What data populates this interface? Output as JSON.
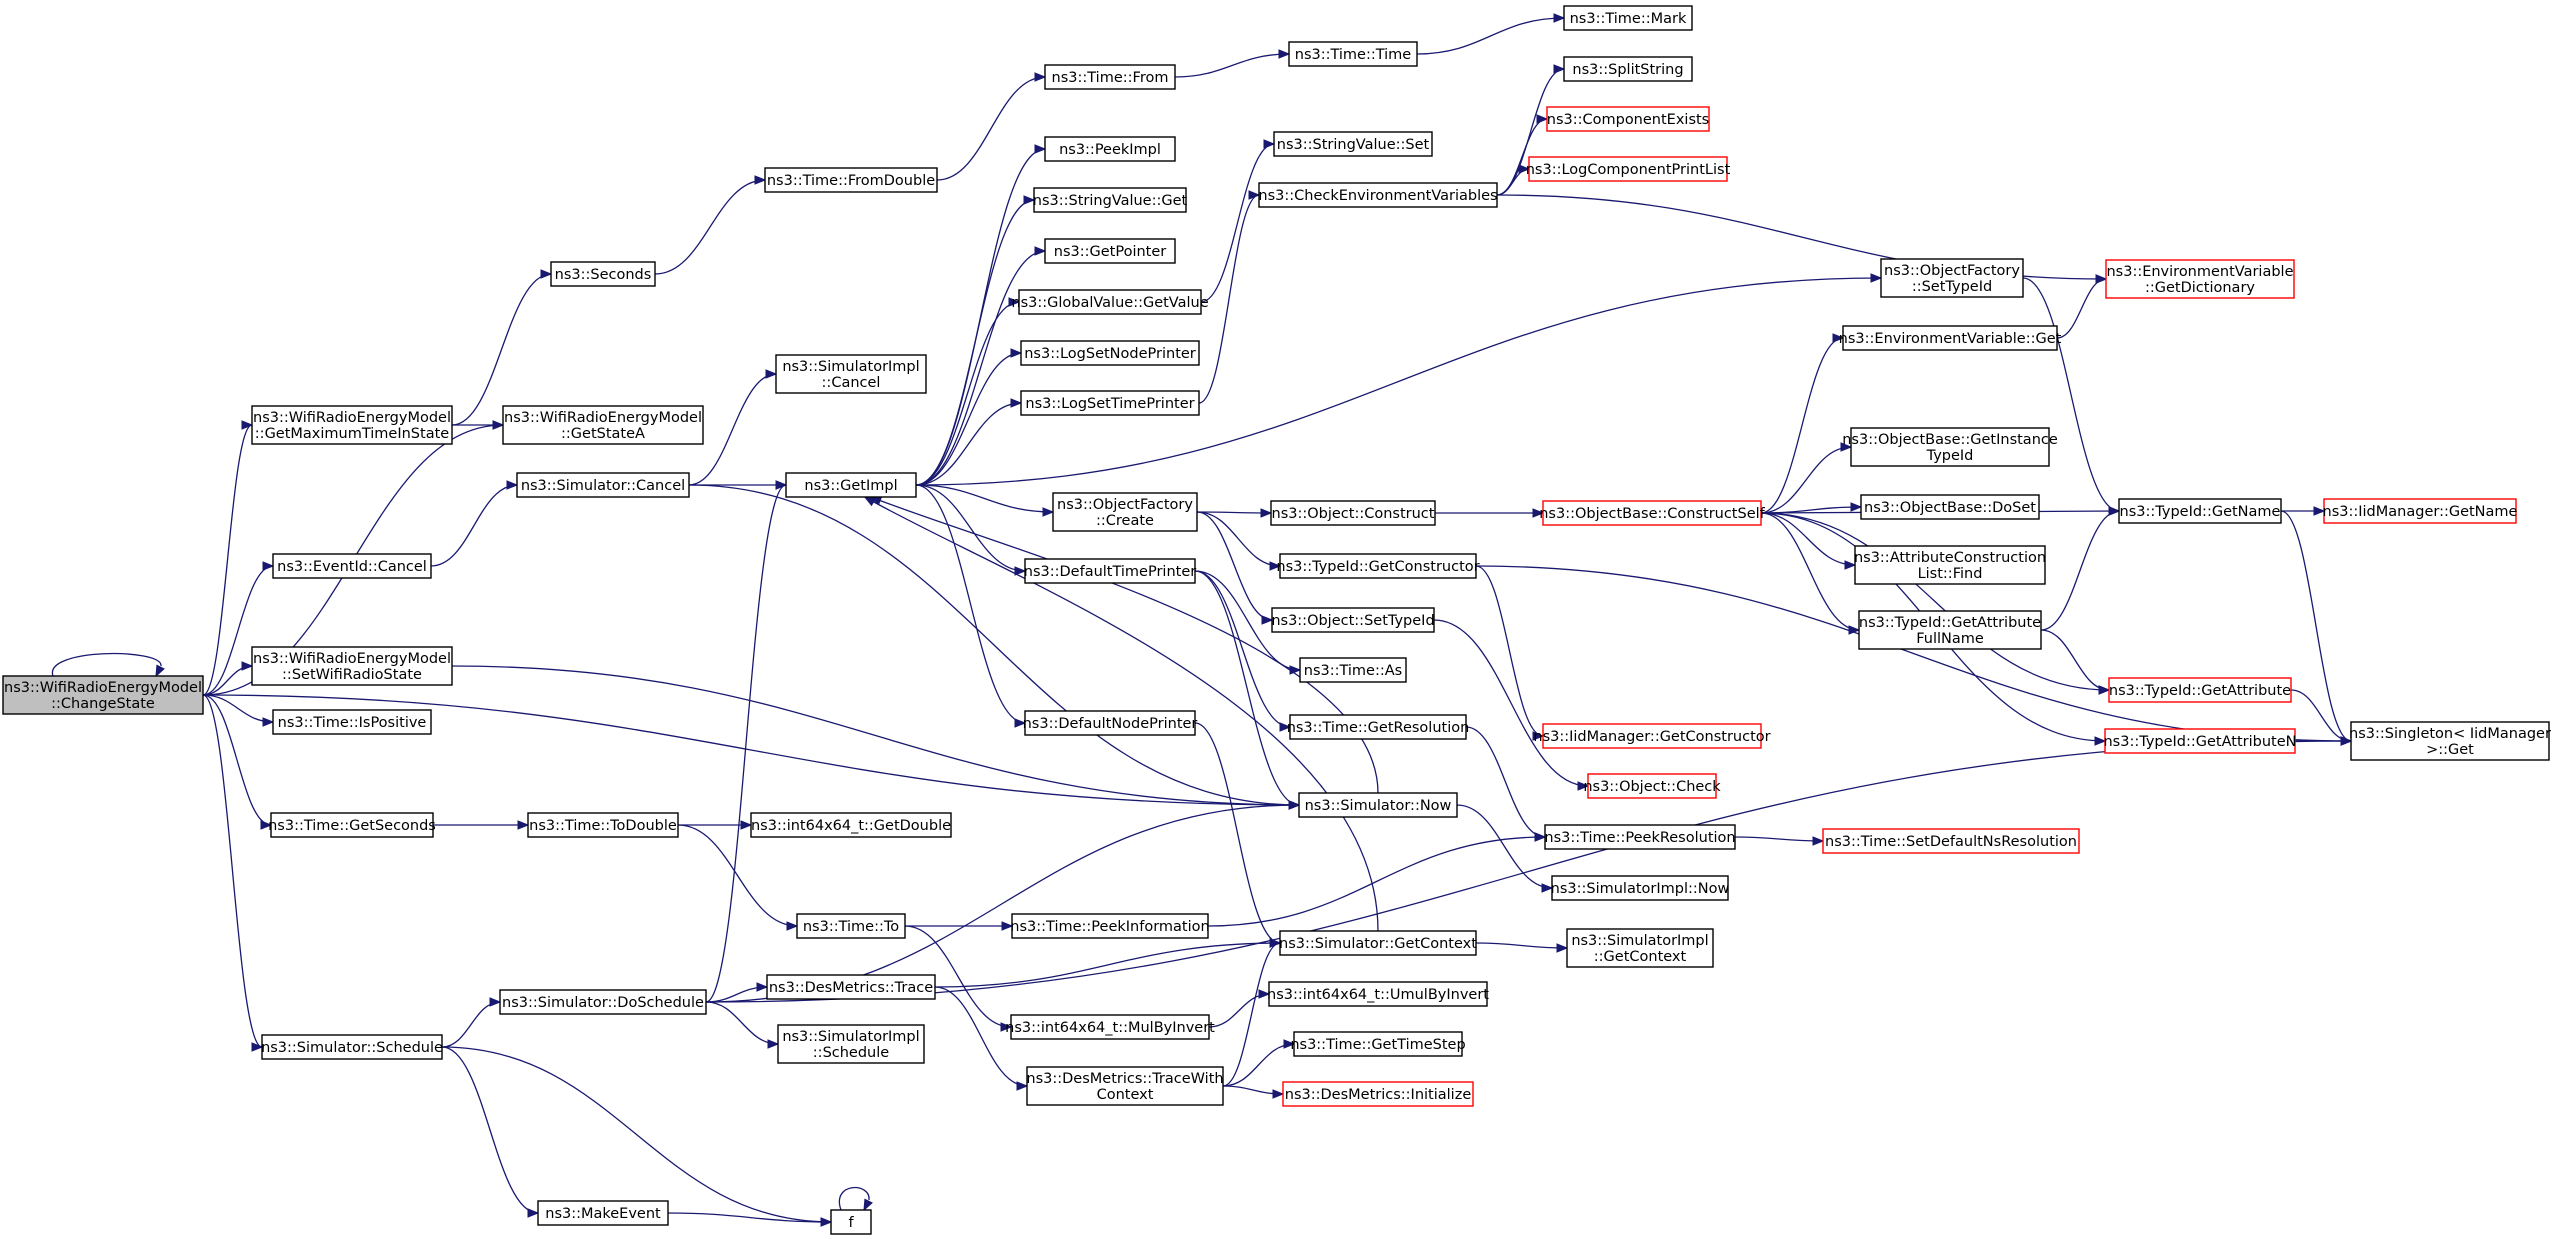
{
  "graph": {
    "colors": {
      "edge": "#191970",
      "root_fill": "#bfbfbf",
      "link_border": "#000000",
      "external_border": "#ff0000"
    },
    "nodes": [
      {
        "id": "root",
        "lines": [
          "ns3::WifiRadioEnergyModel",
          "::ChangeState"
        ],
        "kind": "root"
      },
      {
        "id": "getMaxTime",
        "lines": [
          "ns3::WifiRadioEnergyModel",
          "::GetMaximumTimeInState"
        ]
      },
      {
        "id": "getStateA",
        "lines": [
          "ns3::WifiRadioEnergyModel",
          "::GetStateA"
        ]
      },
      {
        "id": "seconds",
        "lines": [
          "ns3::Seconds"
        ]
      },
      {
        "id": "fromDouble",
        "lines": [
          "ns3::Time::FromDouble"
        ]
      },
      {
        "id": "from",
        "lines": [
          "ns3::Time::From"
        ]
      },
      {
        "id": "timeTime",
        "lines": [
          "ns3::Time::Time"
        ]
      },
      {
        "id": "mark",
        "lines": [
          "ns3::Time::Mark"
        ]
      },
      {
        "id": "splitString",
        "lines": [
          "ns3::SplitString"
        ]
      },
      {
        "id": "componentExists",
        "lines": [
          "ns3::ComponentExists"
        ],
        "kind": "red"
      },
      {
        "id": "logComponentPrintList",
        "lines": [
          "ns3::LogComponentPrintList"
        ],
        "kind": "red"
      },
      {
        "id": "stringValueSet",
        "lines": [
          "ns3::StringValue::Set"
        ]
      },
      {
        "id": "checkEnv",
        "lines": [
          "ns3::CheckEnvironmentVariables"
        ]
      },
      {
        "id": "peekImpl",
        "lines": [
          "ns3::PeekImpl"
        ]
      },
      {
        "id": "stringValueGet",
        "lines": [
          "ns3::StringValue::Get"
        ]
      },
      {
        "id": "getPointer",
        "lines": [
          "ns3::GetPointer"
        ]
      },
      {
        "id": "globalValueGet",
        "lines": [
          "ns3::GlobalValue::GetValue"
        ]
      },
      {
        "id": "logSetNodePrinter",
        "lines": [
          "ns3::LogSetNodePrinter"
        ]
      },
      {
        "id": "logSetTimePrinter",
        "lines": [
          "ns3::LogSetTimePrinter"
        ]
      },
      {
        "id": "simImplCancel",
        "lines": [
          "ns3::SimulatorImpl",
          "::Cancel"
        ]
      },
      {
        "id": "simCancel",
        "lines": [
          "ns3::Simulator::Cancel"
        ]
      },
      {
        "id": "getImpl",
        "lines": [
          "ns3::GetImpl"
        ]
      },
      {
        "id": "eventIdCancel",
        "lines": [
          "ns3::EventId::Cancel"
        ]
      },
      {
        "id": "setWifiRadioState",
        "lines": [
          "ns3::WifiRadioEnergyModel",
          "::SetWifiRadioState"
        ]
      },
      {
        "id": "isPositive",
        "lines": [
          "ns3::Time::IsPositive"
        ]
      },
      {
        "id": "getSeconds",
        "lines": [
          "ns3::Time::GetSeconds"
        ]
      },
      {
        "id": "toDouble",
        "lines": [
          "ns3::Time::ToDouble"
        ]
      },
      {
        "id": "getDouble",
        "lines": [
          "ns3::int64x64_t::GetDouble"
        ]
      },
      {
        "id": "timeTo",
        "lines": [
          "ns3::Time::To"
        ]
      },
      {
        "id": "objectFactoryCreate",
        "lines": [
          "ns3::ObjectFactory",
          "::Create"
        ]
      },
      {
        "id": "defaultTimePrinter",
        "lines": [
          "ns3::DefaultTimePrinter"
        ]
      },
      {
        "id": "defaultNodePrinter",
        "lines": [
          "ns3::DefaultNodePrinter"
        ]
      },
      {
        "id": "objectConstruct",
        "lines": [
          "ns3::Object::Construct"
        ]
      },
      {
        "id": "getConstructor",
        "lines": [
          "ns3::TypeId::GetConstructor"
        ]
      },
      {
        "id": "objectSetTypeId",
        "lines": [
          "ns3::Object::SetTypeId"
        ]
      },
      {
        "id": "timeAs",
        "lines": [
          "ns3::Time::As"
        ]
      },
      {
        "id": "getResolution",
        "lines": [
          "ns3::Time::GetResolution"
        ]
      },
      {
        "id": "simNow",
        "lines": [
          "ns3::Simulator::Now"
        ]
      },
      {
        "id": "simImplNow",
        "lines": [
          "ns3::SimulatorImpl::Now"
        ]
      },
      {
        "id": "peekResolution",
        "lines": [
          "ns3::Time::PeekResolution"
        ]
      },
      {
        "id": "setDefaultNsRes",
        "lines": [
          "ns3::Time::SetDefaultNsResolution"
        ],
        "kind": "red"
      },
      {
        "id": "peekInformation",
        "lines": [
          "ns3::Time::PeekInformation"
        ]
      },
      {
        "id": "simGetContext",
        "lines": [
          "ns3::Simulator::GetContext"
        ]
      },
      {
        "id": "simImplGetContext",
        "lines": [
          "ns3::SimulatorImpl",
          "::GetContext"
        ]
      },
      {
        "id": "simSchedule",
        "lines": [
          "ns3::Simulator::Schedule"
        ]
      },
      {
        "id": "doSchedule",
        "lines": [
          "ns3::Simulator::DoSchedule"
        ]
      },
      {
        "id": "desMetricsTrace",
        "lines": [
          "ns3::DesMetrics::Trace"
        ]
      },
      {
        "id": "simImplSchedule",
        "lines": [
          "ns3::SimulatorImpl",
          "::Schedule"
        ]
      },
      {
        "id": "mulByInvert",
        "lines": [
          "ns3::int64x64_t::MulByInvert"
        ]
      },
      {
        "id": "umulByInvert",
        "lines": [
          "ns3::int64x64_t::UmulByInvert"
        ]
      },
      {
        "id": "traceWithContext",
        "lines": [
          "ns3::DesMetrics::TraceWith",
          "Context"
        ]
      },
      {
        "id": "getTimeStep",
        "lines": [
          "ns3::Time::GetTimeStep"
        ]
      },
      {
        "id": "desMetricsInit",
        "lines": [
          "ns3::DesMetrics::Initialize"
        ],
        "kind": "red"
      },
      {
        "id": "makeEvent",
        "lines": [
          "ns3::MakeEvent"
        ]
      },
      {
        "id": "f",
        "lines": [
          "f"
        ]
      },
      {
        "id": "constructSelf",
        "lines": [
          "ns3::ObjectBase::ConstructSelf"
        ],
        "kind": "red"
      },
      {
        "id": "ofSetTypeId",
        "lines": [
          "ns3::ObjectFactory",
          "::SetTypeId"
        ]
      },
      {
        "id": "envVarGet",
        "lines": [
          "ns3::EnvironmentVariable::Get"
        ]
      },
      {
        "id": "envVarGetDict",
        "lines": [
          "ns3::EnvironmentVariable",
          "::GetDictionary"
        ],
        "kind": "red"
      },
      {
        "id": "getInstanceTypeId",
        "lines": [
          "ns3::ObjectBase::GetInstance",
          "TypeId"
        ]
      },
      {
        "id": "doSet",
        "lines": [
          "ns3::ObjectBase::DoSet"
        ]
      },
      {
        "id": "attrConstrFind",
        "lines": [
          "ns3::AttributeConstruction",
          "List::Find"
        ]
      },
      {
        "id": "getAttrFullName",
        "lines": [
          "ns3::TypeId::GetAttribute",
          "FullName"
        ]
      },
      {
        "id": "iidGetConstructor",
        "lines": [
          "ns3::IidManager::GetConstructor"
        ],
        "kind": "red"
      },
      {
        "id": "objectCheck",
        "lines": [
          "ns3::Object::Check"
        ],
        "kind": "red"
      },
      {
        "id": "typeIdGetName",
        "lines": [
          "ns3::TypeId::GetName"
        ]
      },
      {
        "id": "iidGetName",
        "lines": [
          "ns3::IidManager::GetName"
        ],
        "kind": "red"
      },
      {
        "id": "getAttribute",
        "lines": [
          "ns3::TypeId::GetAttribute"
        ],
        "kind": "red"
      },
      {
        "id": "getAttributeN",
        "lines": [
          "ns3::TypeId::GetAttributeN"
        ],
        "kind": "red"
      },
      {
        "id": "singletonGet",
        "lines": [
          "ns3::Singleton< IidManager",
          " >::Get"
        ]
      }
    ],
    "edges": [
      [
        "root",
        "root"
      ],
      [
        "root",
        "getMaxTime"
      ],
      [
        "root",
        "getStateA"
      ],
      [
        "root",
        "eventIdCancel"
      ],
      [
        "root",
        "setWifiRadioState"
      ],
      [
        "root",
        "isPositive"
      ],
      [
        "root",
        "simNow"
      ],
      [
        "root",
        "getSeconds"
      ],
      [
        "root",
        "simSchedule"
      ],
      [
        "getMaxTime",
        "seconds"
      ],
      [
        "getMaxTime",
        "getStateA"
      ],
      [
        "seconds",
        "fromDouble"
      ],
      [
        "fromDouble",
        "from"
      ],
      [
        "from",
        "timeTime"
      ],
      [
        "timeTime",
        "mark"
      ],
      [
        "eventIdCancel",
        "simCancel"
      ],
      [
        "simCancel",
        "simImplCancel"
      ],
      [
        "simCancel",
        "getImpl"
      ],
      [
        "simCancel",
        "simNow"
      ],
      [
        "setWifiRadioState",
        "simNow"
      ],
      [
        "getImpl",
        "peekImpl"
      ],
      [
        "getImpl",
        "stringValueGet"
      ],
      [
        "getImpl",
        "getPointer"
      ],
      [
        "getImpl",
        "globalValueGet"
      ],
      [
        "getImpl",
        "logSetNodePrinter"
      ],
      [
        "getImpl",
        "logSetTimePrinter"
      ],
      [
        "getImpl",
        "ofSetTypeId"
      ],
      [
        "getImpl",
        "objectFactoryCreate"
      ],
      [
        "getImpl",
        "defaultTimePrinter"
      ],
      [
        "getImpl",
        "defaultNodePrinter"
      ],
      [
        "globalValueGet",
        "stringValueSet"
      ],
      [
        "logSetTimePrinter",
        "checkEnv"
      ],
      [
        "checkEnv",
        "splitString"
      ],
      [
        "checkEnv",
        "componentExists"
      ],
      [
        "checkEnv",
        "logComponentPrintList"
      ],
      [
        "checkEnv",
        "envVarGetDict"
      ],
      [
        "objectFactoryCreate",
        "objectConstruct"
      ],
      [
        "objectFactoryCreate",
        "getConstructor"
      ],
      [
        "objectFactoryCreate",
        "objectSetTypeId"
      ],
      [
        "objectConstruct",
        "constructSelf"
      ],
      [
        "getConstructor",
        "iidGetConstructor"
      ],
      [
        "getConstructor",
        "singletonGet"
      ],
      [
        "objectSetTypeId",
        "objectCheck"
      ],
      [
        "defaultTimePrinter",
        "simNow"
      ],
      [
        "defaultTimePrinter",
        "timeAs"
      ],
      [
        "defaultTimePrinter",
        "getResolution"
      ],
      [
        "defaultNodePrinter",
        "simGetContext"
      ],
      [
        "simNow",
        "getImpl"
      ],
      [
        "simNow",
        "simImplNow"
      ],
      [
        "getResolution",
        "peekResolution"
      ],
      [
        "peekResolution",
        "setDefaultNsRes"
      ],
      [
        "getSeconds",
        "toDouble"
      ],
      [
        "toDouble",
        "getDouble"
      ],
      [
        "toDouble",
        "timeTo"
      ],
      [
        "timeTo",
        "peekInformation"
      ],
      [
        "timeTo",
        "mulByInvert"
      ],
      [
        "peekInformation",
        "peekResolution"
      ],
      [
        "mulByInvert",
        "umulByInvert"
      ],
      [
        "simSchedule",
        "doSchedule"
      ],
      [
        "simSchedule",
        "makeEvent"
      ],
      [
        "simSchedule",
        "f"
      ],
      [
        "makeEvent",
        "f"
      ],
      [
        "f",
        "f"
      ],
      [
        "doSchedule",
        "getImpl"
      ],
      [
        "doSchedule",
        "simNow"
      ],
      [
        "doSchedule",
        "desMetricsTrace"
      ],
      [
        "doSchedule",
        "simImplSchedule"
      ],
      [
        "doSchedule",
        "singletonGet"
      ],
      [
        "desMetricsTrace",
        "simGetContext"
      ],
      [
        "desMetricsTrace",
        "traceWithContext"
      ],
      [
        "simGetContext",
        "getImpl"
      ],
      [
        "simGetContext",
        "simImplGetContext"
      ],
      [
        "traceWithContext",
        "simGetContext"
      ],
      [
        "traceWithContext",
        "getTimeStep"
      ],
      [
        "traceWithContext",
        "desMetricsInit"
      ],
      [
        "constructSelf",
        "envVarGet"
      ],
      [
        "constructSelf",
        "typeIdGetName"
      ],
      [
        "constructSelf",
        "getInstanceTypeId"
      ],
      [
        "constructSelf",
        "doSet"
      ],
      [
        "constructSelf",
        "attrConstrFind"
      ],
      [
        "constructSelf",
        "getAttrFullName"
      ],
      [
        "constructSelf",
        "getAttribute"
      ],
      [
        "constructSelf",
        "getAttributeN"
      ],
      [
        "envVarGet",
        "envVarGetDict"
      ],
      [
        "ofSetTypeId",
        "typeIdGetName"
      ],
      [
        "getAttrFullName",
        "typeIdGetName"
      ],
      [
        "getAttrFullName",
        "getAttribute"
      ],
      [
        "typeIdGetName",
        "iidGetName"
      ],
      [
        "typeIdGetName",
        "singletonGet"
      ],
      [
        "getAttribute",
        "singletonGet"
      ],
      [
        "getAttributeN",
        "singletonGet"
      ]
    ]
  }
}
